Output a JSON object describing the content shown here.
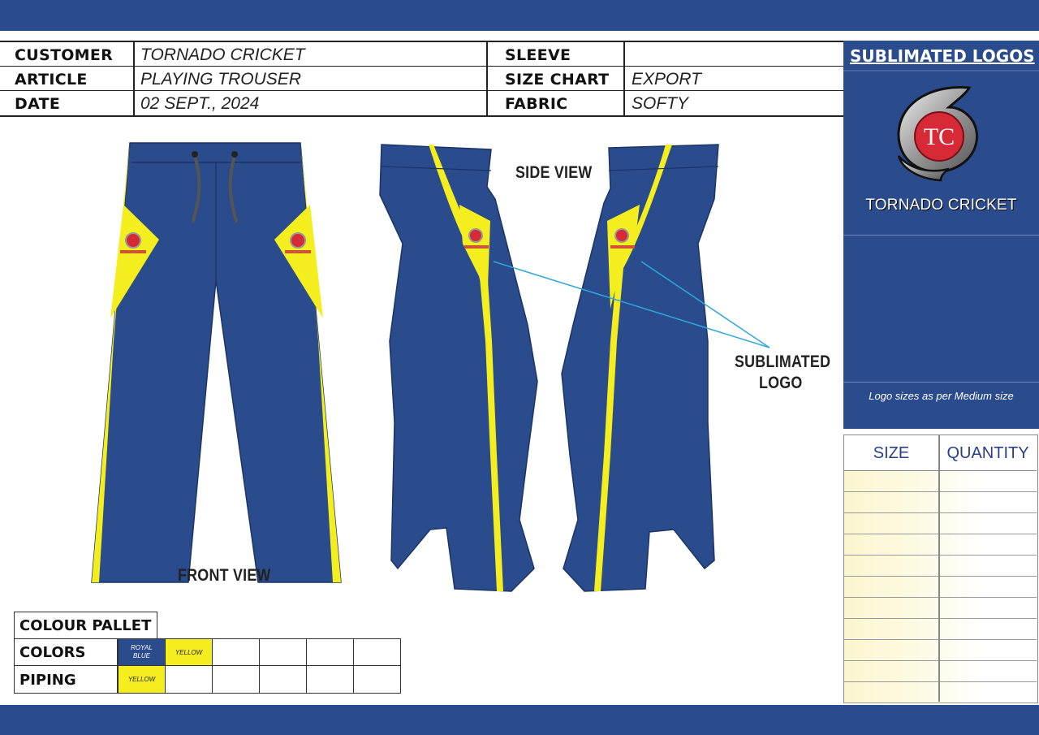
{
  "header": {
    "customer_label": "CUSTOMER",
    "customer_value": "TORNADO CRICKET",
    "article_label": "ARTICLE",
    "article_value": "PLAYING TROUSER",
    "date_label": "DATE",
    "date_value": "02 SEPT., 2024",
    "sleeve_label": "SLEEVE",
    "sleeve_value": "",
    "size_chart_label": "SIZE CHART",
    "size_chart_value": "EXPORT",
    "fabric_label": "FABRIC",
    "fabric_value": "SOFTY"
  },
  "logos_panel": {
    "title": "SUBLIMATED LOGOS",
    "logo_letters": "TC",
    "brand_name": "TORNADO CRICKET",
    "note": "Logo sizes as per Medium size"
  },
  "drawing": {
    "front_caption": "FRONT VIEW",
    "side_caption": "SIDE VIEW",
    "callout_line1": "SUBLIMATED",
    "callout_line2": "LOGO"
  },
  "size_table": {
    "size_header": "SIZE",
    "quantity_header": "QUANTITY",
    "row_count": 11
  },
  "pallet": {
    "title": "COLOUR PALLET",
    "colors_label": "COLORS",
    "piping_label": "PIPING",
    "colors": [
      {
        "name": "ROYAL BLUE",
        "hex": "#2a4b8c"
      },
      {
        "name": "YELLOW",
        "hex": "#f5ee1f"
      }
    ],
    "piping": [
      {
        "name": "YELLOW",
        "hex": "#f5ee1f"
      }
    ]
  },
  "theme": {
    "royal_blue": "#2a4b8c",
    "yellow": "#f5ee1f",
    "callout_line": "#2fa7dd"
  }
}
